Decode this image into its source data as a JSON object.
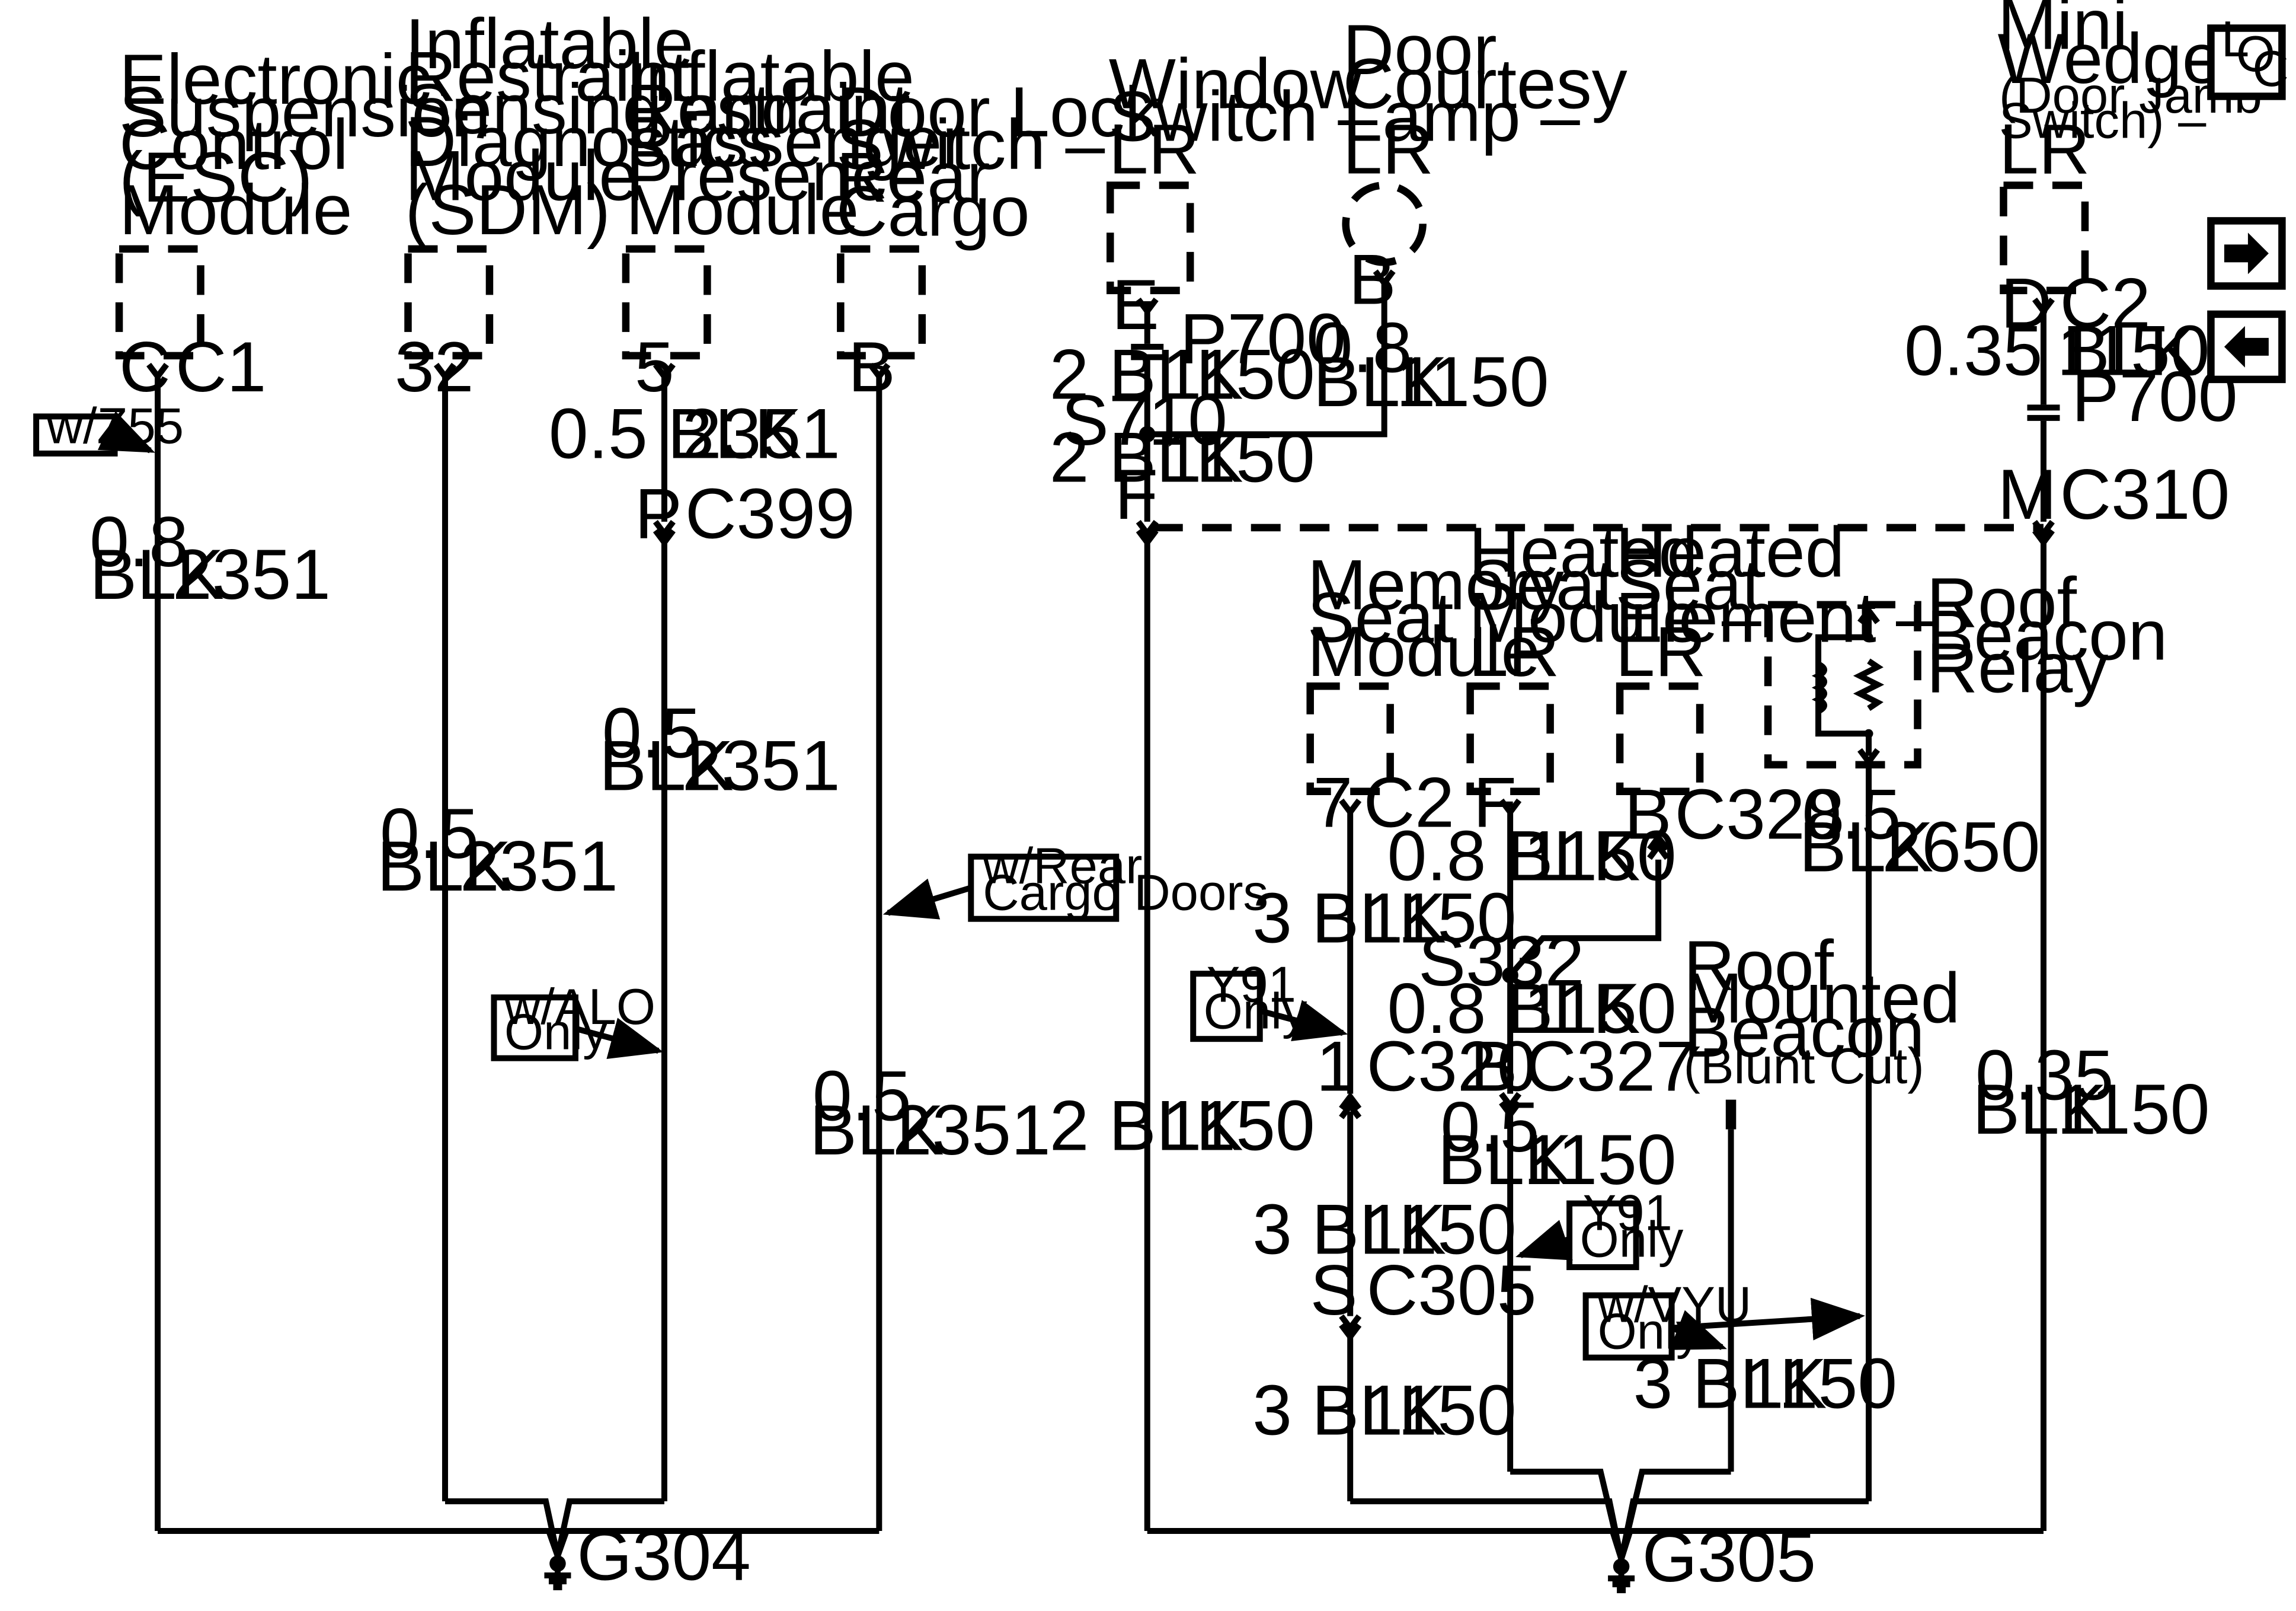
{
  "components": {
    "esc": [
      "Electronic",
      "Suspension",
      "Control",
      "(ESC)",
      "Module"
    ],
    "sdm": [
      "Inflatable",
      "Restraint",
      "Sensing and",
      "Diagnostics",
      "Module",
      "(SDM)"
    ],
    "ippm": [
      "Inflatable",
      "Restraint",
      "Passenger",
      "Presence",
      "Module"
    ],
    "door_lock": [
      "Door Lock",
      "Switch –",
      "Rear",
      "Cargo"
    ],
    "window_switch": [
      "Window",
      "Switch –",
      "LR"
    ],
    "courtesy_lamp": [
      "Door",
      "Courtesy",
      "Lamp –",
      "LR"
    ],
    "mini_wedge": [
      "Mini",
      "Wedge"
    ],
    "mini_wedge_sub": [
      "(Door Jamb",
      "Switch) –"
    ],
    "mini_wedge_last": "LR",
    "memory_seat": [
      "Memory",
      "Seat",
      "Module"
    ],
    "heated_seat_module": [
      "Heated",
      "Seat",
      "Module –",
      "LR"
    ],
    "heated_seat_element": [
      "Heated",
      "Seat",
      "Element –",
      "LR"
    ],
    "relay": [
      "Roof",
      "Beacon",
      "Relay"
    ],
    "beacon": [
      "Roof",
      "Mounted",
      "Beacon"
    ],
    "beacon_sub": "(Blunt Cut)"
  },
  "pins": {
    "esc_pin": "C",
    "esc_conn": "C1",
    "sdm_pin": "32",
    "ippm_pin": "5",
    "door_lock_pin": "B",
    "window_pin": "E",
    "lamp_pin": "B",
    "mini_pin": "D",
    "mini_conn": "C2",
    "memory_pin": "7",
    "memory_conn": "C2",
    "hsm_pin": "F",
    "hse_pin": "B",
    "hse_conn": "C328"
  },
  "connectors": {
    "c399_pin": "P",
    "c399": "C399",
    "p700": "P700",
    "p700_right": "P700",
    "c310_left_pin": "F",
    "c310_pin": "M",
    "c310": "C310",
    "c320_pin": "1",
    "c320": "C320",
    "c305_pin": "S",
    "c305": "C305",
    "c327_pin": "B",
    "c327": "C327"
  },
  "splices": {
    "s710": "S710",
    "s332": "S332"
  },
  "grounds": {
    "g304": "G304",
    "g305": "G305"
  },
  "wires": {
    "esc_size": "0.8",
    "esc_color": "BLK",
    "esc_circuit": "2351",
    "sdm_size": "0.5",
    "sdm_color": "BLK",
    "sdm_circuit": "2351",
    "ippm_upper": "0.5 BLK",
    "ippm_upper_circuit": "2351",
    "ippm_lower_size": "0.5",
    "ippm_lower_color": "BLK",
    "ippm_lower_circuit": "2351",
    "door_size": "0.5",
    "door_color": "BLK",
    "door_circuit": "2351",
    "window_upper": "2 BLK",
    "window_upper_circuit": "1150",
    "window_lower": "2 BLK",
    "window_lower_circuit": "1150",
    "lamp_size": "0.8",
    "lamp_color": "BLK",
    "lamp_circuit": "1150",
    "mini_wire": "0.35 BLK",
    "mini_circuit": "1150",
    "left_trunk": "2 BLK",
    "left_trunk_circuit": "1150",
    "mem_a": "3 BLK",
    "mem_a_circuit": "1150",
    "mem_b": "3 BLK",
    "mem_b_circuit": "1150",
    "mem_c": "3 BLK",
    "mem_c_circuit": "1150",
    "hsm_a": "0.8 BLK",
    "hsm_a_circuit": "1150",
    "hsm_b": "0.8 BLK",
    "hsm_b_circuit": "1150",
    "hsm_c_size": "0.5",
    "hsm_c_color": "BLK",
    "hsm_c_circuit": "1150",
    "beacon_wire": "3 BLK",
    "beacon_circuit": "1150",
    "relay_size": "0.5",
    "relay_color": "BLK",
    "relay_circuit": "2650",
    "right_trunk_size": "0.35",
    "right_trunk_color": "BLK",
    "right_trunk_circuit": "1150"
  },
  "notes": {
    "z55": "w/Z55",
    "rear_cargo": [
      "w/Rear",
      "Cargo Doors"
    ],
    "alo": [
      "w/ALO",
      "Only"
    ],
    "y91_a": [
      "Y91",
      "Only"
    ],
    "y91_b": [
      "Y91",
      "Only"
    ],
    "vyu": [
      "w/VYU",
      "Only"
    ]
  },
  "nav": {
    "loc_l": "L",
    "loc_o": "O",
    "loc_c": "C",
    "next_icon": "arrow-right-icon",
    "prev_icon": "arrow-left-icon"
  }
}
